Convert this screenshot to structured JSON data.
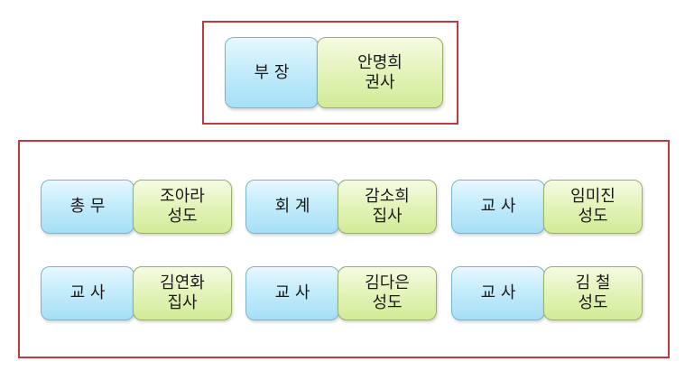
{
  "head": {
    "role": "부 장",
    "name": "안명희",
    "title": "권사"
  },
  "members": [
    {
      "role": "총 무",
      "name": "조아라",
      "title": "성도"
    },
    {
      "role": "회 계",
      "name": "감소희",
      "title": "집사"
    },
    {
      "role": "교 사",
      "name": "임미진",
      "title": "성도"
    },
    {
      "role": "교 사",
      "name": "김연화",
      "title": "집사"
    },
    {
      "role": "교 사",
      "name": "김다은",
      "title": "성도"
    },
    {
      "role": "교 사",
      "name": "김 철",
      "title": "성도"
    }
  ],
  "colors": {
    "frame": "#c0393b",
    "role_box": "#bde9fa",
    "person_box": "#dff2b0"
  }
}
